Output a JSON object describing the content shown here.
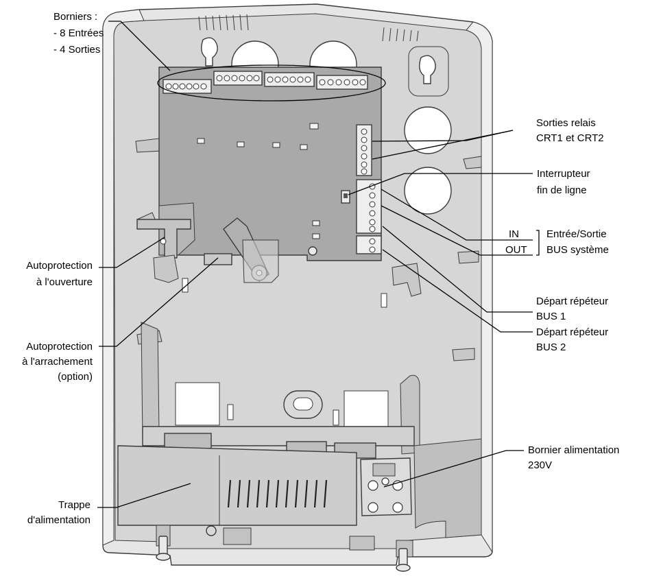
{
  "labels": {
    "borniers": {
      "title": "Borniers :",
      "line1": "- 8 Entrées",
      "line2": "- 4 Sorties"
    },
    "sorties_relais": {
      "line1": "Sorties relais",
      "line2": "CRT1 et CRT2"
    },
    "interrupteur": {
      "line1": "Interrupteur",
      "line2": "fin de ligne"
    },
    "bus_systeme": {
      "in": "IN",
      "out": "OUT",
      "line1": "Entrée/Sortie",
      "line2": "BUS système"
    },
    "depart_bus1": {
      "line1": "Départ répéteur",
      "line2": "BUS 1"
    },
    "depart_bus2": {
      "line1": "Départ répéteur",
      "line2": "BUS 2"
    },
    "autoprotection_ouverture": {
      "line1": "Autoprotection",
      "line2": "à l'ouverture"
    },
    "autoprotection_arrachement": {
      "line1": "Autoprotection",
      "line2": "à l'arrachement",
      "line3": "(option)"
    },
    "trappe": {
      "line1": "Trappe",
      "line2": "d'alimentation"
    },
    "bornier_alim": {
      "line1": "Bornier alimentation",
      "line2": "230V"
    }
  },
  "colors": {
    "housing": "#e4e4e4",
    "housing_inner": "#d4d4d4",
    "pcb": "#a9a9a9",
    "cover": "#cdcdcd",
    "terminal": "#eeeeee",
    "hole": "#ffffff",
    "line": "#000000"
  }
}
